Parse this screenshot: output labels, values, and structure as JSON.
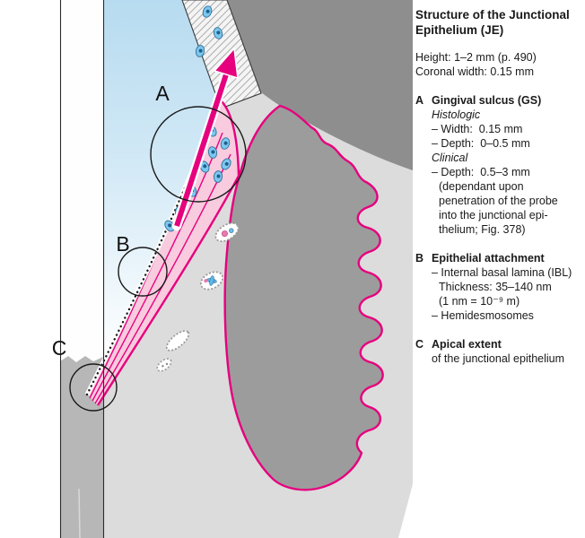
{
  "panel": {
    "title": [
      "Structure of the Junctional",
      "Epithelium (JE)"
    ],
    "intro": [
      "Height: 1–2 mm (p. 490)",
      "Coronal width: 0.15 mm"
    ],
    "sections": [
      {
        "letter": "A",
        "heading": "Gingival sulcus (GS)",
        "lines": [
          "Histologic",
          "– Width:  0.15 mm",
          "– Depth:  0–0.5 mm",
          "Clinical",
          "– Depth:  0.5–3 mm",
          "(dependant upon",
          "penetration of the probe",
          "into the junctional epi-",
          "thelium; Fig. 378)"
        ]
      },
      {
        "letter": "B",
        "heading": "Epithelial attachment",
        "lines": [
          "– Internal basal lamina (IBL)",
          "Thickness: 35–140 nm",
          "(1 nm = 10⁻⁹ m)",
          "– Hemidesmosomes"
        ]
      },
      {
        "letter": "C",
        "heading": "Apical extent",
        "lines": [
          "of the junctional epithelium"
        ]
      }
    ]
  },
  "diagram": {
    "labels": {
      "a": "A",
      "b": "B",
      "c": "C"
    },
    "colors": {
      "accent": "#e6007e",
      "sulcus_blue": "#b7dbf0",
      "tissue_dark": "#8e8e8e",
      "tissue_medium": "#9c9c9c",
      "epithelium_light": "#dcdcdc",
      "junctional_band_pink": "#f8cbdf",
      "cell_blue": "#7cc7ef",
      "tooth_root_gray": "#b7b7b7"
    }
  }
}
